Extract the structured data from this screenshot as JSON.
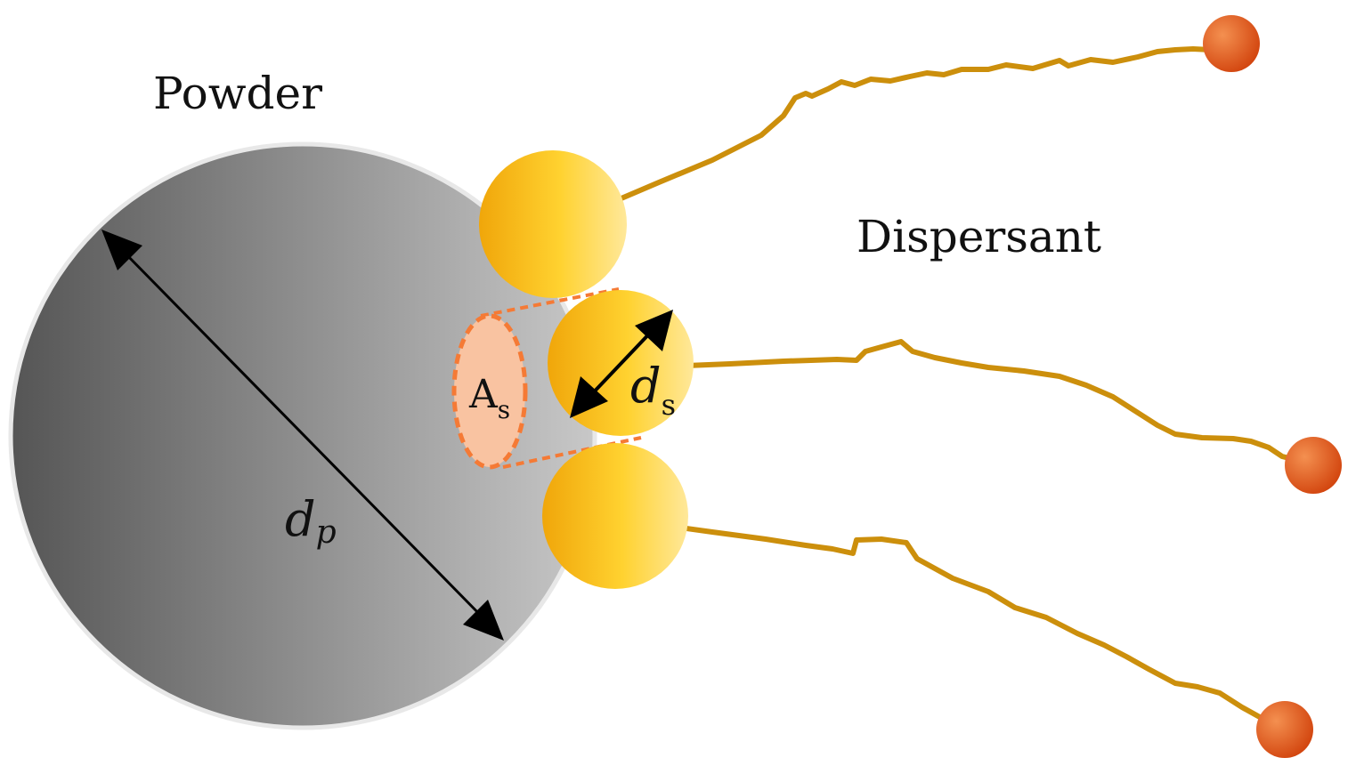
{
  "labels": {
    "powder": "Powder",
    "dispersant": "Dispersant",
    "powder_diameter_base": "d",
    "powder_diameter_sub": "p",
    "dispersant_diameter_base": "d",
    "dispersant_diameter_sub": "s",
    "area_base": "A",
    "area_sub": "s"
  },
  "colors": {
    "powder_dark": "#555555",
    "powder_light": "#c8c8c8",
    "anchor_light": "#ffd230",
    "anchor_dark": "#f0a60a",
    "chain": "#cc8f0c",
    "tail_bead_light": "#f49050",
    "tail_bead_dark": "#d0400a",
    "area_fill": "#f9c3a1",
    "area_outline": "#f57a35",
    "arrow": "#000000"
  }
}
